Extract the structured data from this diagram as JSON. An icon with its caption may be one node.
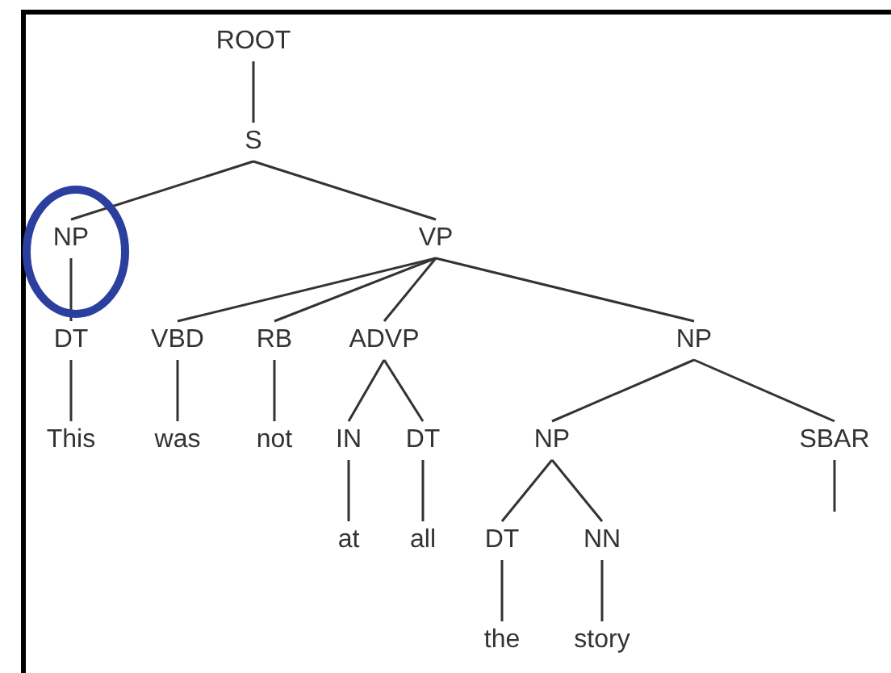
{
  "diagram": {
    "nodes": [
      {
        "text": [
          "ROOT"
        ]
      },
      {
        "text": [
          "S"
        ]
      },
      {
        "text": [],
        "shape": "circle"
      },
      {
        "text": [
          "NP"
        ],
        "in": 2
      },
      {
        "text": [
          "VP"
        ]
      },
      {
        "text": [
          "DT"
        ]
      },
      {
        "text": [
          "VBD"
        ]
      },
      {
        "text": [
          "RB"
        ]
      },
      {
        "text": [
          "ADVP"
        ]
      },
      {
        "text": [
          "NP"
        ]
      },
      {
        "text": [
          "This"
        ]
      },
      {
        "text": [
          "was"
        ]
      },
      {
        "text": [
          "not"
        ]
      },
      {
        "text": [
          "IN"
        ]
      },
      {
        "text": [
          "DT"
        ]
      },
      {
        "text": [
          "NP"
        ]
      },
      {
        "text": [
          "SBAR"
        ]
      },
      {
        "text": [
          "at"
        ]
      },
      {
        "text": [
          "all"
        ]
      },
      {
        "text": [
          "DT"
        ]
      },
      {
        "text": [
          "NN"
        ]
      },
      {
        "text": [
          "the"
        ]
      },
      {
        "text": [
          "story"
        ]
      }
    ],
    "edges": [
      {
        "from": 0,
        "to": 1,
        "arrow": "none"
      },
      {
        "from": 1,
        "to": 3,
        "arrow": "none"
      },
      {
        "from": 1,
        "to": 4,
        "arrow": "none"
      },
      {
        "from": 3,
        "to": 5,
        "arrow": "none"
      },
      {
        "from": 4,
        "to": 6,
        "arrow": "none"
      },
      {
        "from": 4,
        "to": 7,
        "arrow": "none"
      },
      {
        "from": 4,
        "to": 8,
        "arrow": "none"
      },
      {
        "from": 4,
        "to": 9,
        "arrow": "none"
      },
      {
        "from": 5,
        "to": 10,
        "arrow": "none"
      },
      {
        "from": 6,
        "to": 11,
        "arrow": "none"
      },
      {
        "from": 7,
        "to": 12,
        "arrow": "none"
      },
      {
        "from": 8,
        "to": 13,
        "arrow": "none"
      },
      {
        "from": 8,
        "to": 14,
        "arrow": "none"
      },
      {
        "from": 9,
        "to": 15,
        "arrow": "none"
      },
      {
        "from": 9,
        "to": 16,
        "arrow": "none"
      },
      {
        "from": 13,
        "to": 17,
        "arrow": "none"
      },
      {
        "from": 14,
        "to": 18,
        "arrow": "none"
      },
      {
        "from": 15,
        "to": 19,
        "arrow": "none"
      },
      {
        "from": 15,
        "to": 20,
        "arrow": "none"
      },
      {
        "from": 19,
        "to": 21,
        "arrow": "none"
      },
      {
        "from": 20,
        "to": 22,
        "arrow": "none"
      },
      {
        "from": 16,
        "to": null,
        "arrow": "none"
      }
    ]
  }
}
